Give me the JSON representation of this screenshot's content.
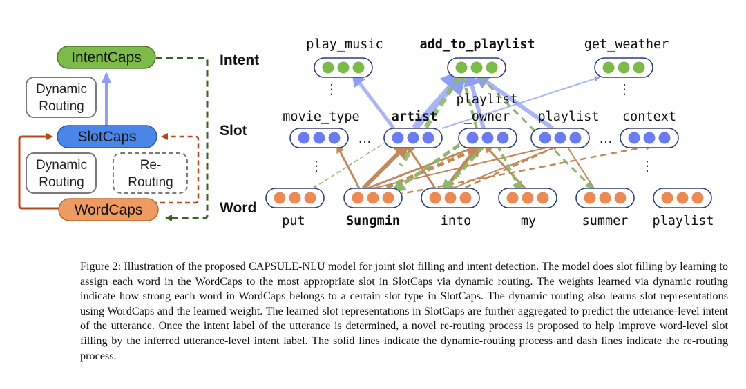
{
  "left_panel": {
    "intentcaps": "IntentCaps",
    "slotcaps": "SlotCaps",
    "wordcaps": "WordCaps",
    "dyn1": [
      "Dynamic",
      "Routing"
    ],
    "dyn2": [
      "Dynamic",
      "Routing"
    ],
    "rerouting": [
      "Re-",
      "Routing"
    ]
  },
  "rows": {
    "intent": "Intent",
    "slot": "Slot",
    "word": "Word"
  },
  "intents": [
    "play_music",
    "add_to_playlist",
    "get_weather"
  ],
  "slots": [
    "movie_type",
    "artist",
    "playlist",
    "_owner",
    "playlist",
    "context"
  ],
  "words": [
    "put",
    "Sungmin",
    "into",
    "my",
    "summer",
    "playlist"
  ],
  "ellipsis": "…",
  "vdots": "⋮",
  "caption": {
    "label": "Figure 2:",
    "pre": "Illustration of the proposed ",
    "model_c": "C",
    "model_rest": "APSULE",
    "model_suffix": "-NLU",
    "body": " model for joint slot filling and intent detection. The model does slot filling by learning to assign each word in the WordCaps to the most appropriate slot in SlotCaps via dynamic routing. The weights learned via dynamic routing indicate how strong each word in WordCaps belongs to a certain slot type in SlotCaps. The dynamic routing also learns slot representations using WordCaps and the learned weight. The learned slot representations in SlotCaps are further aggregated to predict the utterance-level intent of the utterance. Once the intent label of the utterance is determined, a novel re-routing process is proposed to help improve word-level slot filling by the inferred utterance-level intent label. The solid lines indicate the dynamic-routing process and dash lines indicate the re-routing process."
  },
  "colors": {
    "intent_green": "#7cba4a",
    "slot_blue": "#6a7cf0",
    "word_orange": "#ec8a55",
    "route_brown": "#c0895a",
    "reroute_green": "#8db86a",
    "arrow_blue": "#9aa8f5",
    "dark_green": "#3e5f25",
    "dark_red": "#b54a1c"
  }
}
